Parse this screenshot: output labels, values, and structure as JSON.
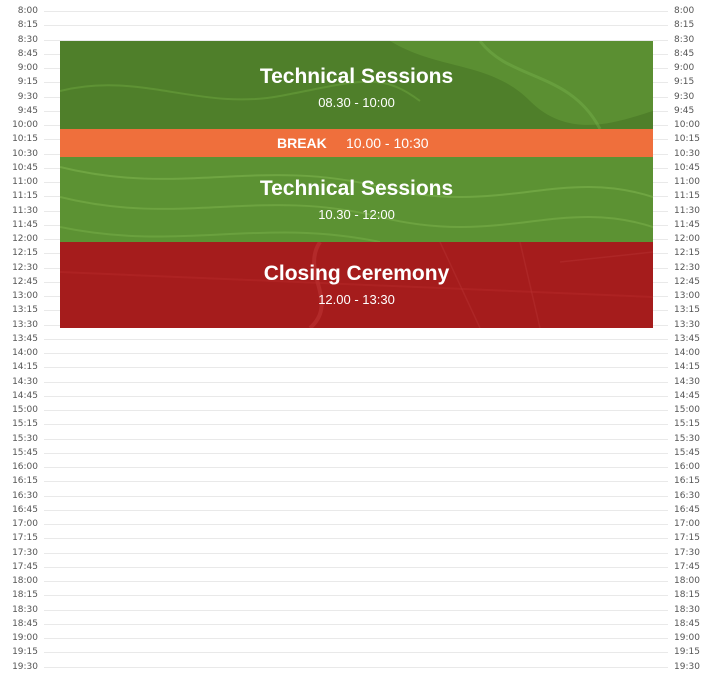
{
  "times": [
    "8:00",
    "8:15",
    "8:30",
    "8:45",
    "9:00",
    "9:15",
    "9:30",
    "9:45",
    "10:00",
    "10:15",
    "10:30",
    "10:45",
    "11:00",
    "11:15",
    "11:30",
    "11:45",
    "12:00",
    "12:15",
    "12:30",
    "12:45",
    "13:00",
    "13:15",
    "13:30",
    "13:45",
    "14:00",
    "14:15",
    "14:30",
    "14:45",
    "15:00",
    "15:15",
    "15:30",
    "15:45",
    "16:00",
    "16:15",
    "16:30",
    "16:45",
    "17:00",
    "17:15",
    "17:30",
    "17:45",
    "18:00",
    "18:15",
    "18:30",
    "18:45",
    "19:00",
    "19:15",
    "19:30"
  ],
  "events": [
    {
      "id": "ev-tech1",
      "title": "Technical Sessions",
      "time": "08.30 - 10:00",
      "color": "#4f7f2a"
    },
    {
      "id": "ev-break",
      "title": "BREAK",
      "time": "10.00 - 10:30",
      "color": "#ef6f3c"
    },
    {
      "id": "ev-tech2",
      "title": "Technical Sessions",
      "time": "10.30 - 12:00",
      "color": "#5c9233"
    },
    {
      "id": "ev-closing",
      "title": "Closing Ceremony",
      "time": "12.00 - 13:30",
      "color": "#a51c1c"
    }
  ]
}
